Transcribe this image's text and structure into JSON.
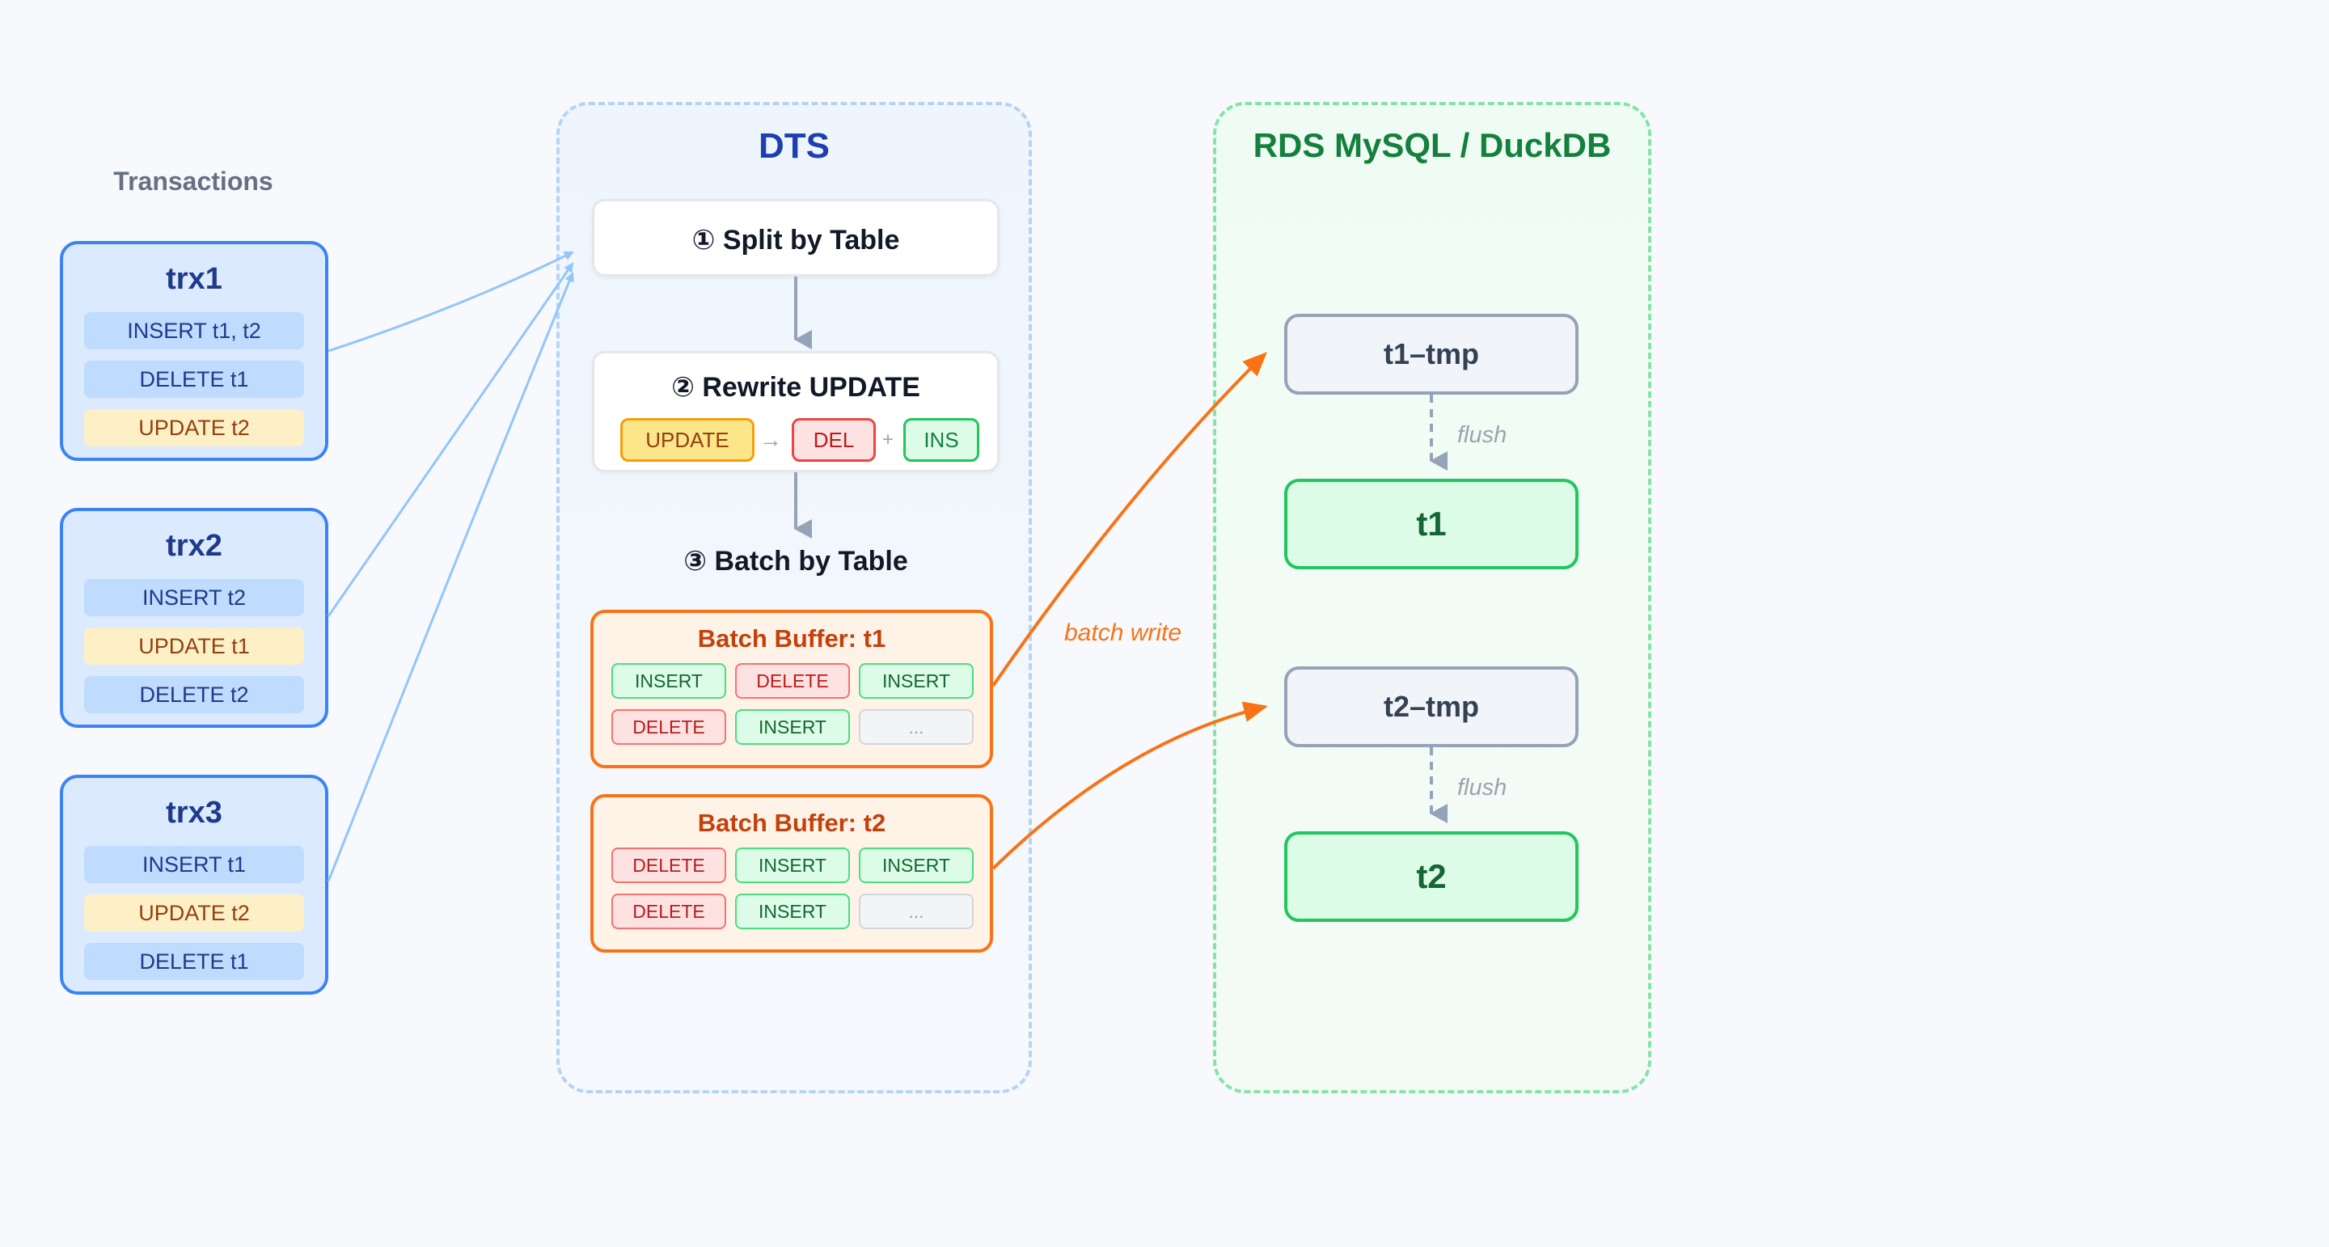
{
  "transactions": {
    "title": "Transactions",
    "items": [
      {
        "name": "trx1",
        "ops": [
          {
            "label": "INSERT t1, t2",
            "kind": "blue"
          },
          {
            "label": "DELETE t1",
            "kind": "blue"
          },
          {
            "label": "UPDATE t2",
            "kind": "yellow"
          }
        ]
      },
      {
        "name": "trx2",
        "ops": [
          {
            "label": "INSERT t2",
            "kind": "blue"
          },
          {
            "label": "UPDATE t1",
            "kind": "yellow"
          },
          {
            "label": "DELETE t2",
            "kind": "blue"
          }
        ]
      },
      {
        "name": "trx3",
        "ops": [
          {
            "label": "INSERT t1",
            "kind": "blue"
          },
          {
            "label": "UPDATE t2",
            "kind": "yellow"
          },
          {
            "label": "DELETE t1",
            "kind": "blue"
          }
        ]
      }
    ]
  },
  "dts": {
    "title": "DTS",
    "step1": "① Split by Table",
    "step2": {
      "title": "② Rewrite UPDATE",
      "update": "UPDATE",
      "arrow": "→",
      "del": "DEL",
      "plus": "+",
      "ins": "INS"
    },
    "step3": "③ Batch by Table",
    "buffers": [
      {
        "title": "Batch Buffer: t1",
        "rows": [
          [
            {
              "label": "INSERT",
              "kind": "c-ins"
            },
            {
              "label": "DELETE",
              "kind": "c-del"
            },
            {
              "label": "INSERT",
              "kind": "c-ins"
            }
          ],
          [
            {
              "label": "DELETE",
              "kind": "c-del"
            },
            {
              "label": "INSERT",
              "kind": "c-ins"
            },
            {
              "label": "...",
              "kind": "c-more"
            }
          ]
        ]
      },
      {
        "title": "Batch Buffer: t2",
        "rows": [
          [
            {
              "label": "DELETE",
              "kind": "c-del"
            },
            {
              "label": "INSERT",
              "kind": "c-ins"
            },
            {
              "label": "INSERT",
              "kind": "c-ins"
            }
          ],
          [
            {
              "label": "DELETE",
              "kind": "c-del"
            },
            {
              "label": "INSERT",
              "kind": "c-ins"
            },
            {
              "label": "...",
              "kind": "c-more"
            }
          ]
        ]
      }
    ]
  },
  "batch_write_label": "batch write",
  "rds": {
    "title": "RDS MySQL / DuckDB",
    "t1_tmp": "t1–tmp",
    "t1": "t1",
    "t2_tmp": "t2–tmp",
    "t2": "t2",
    "flush_label": "flush"
  },
  "colors": {
    "transaction_border": "#3b82f6",
    "dts_title": "#1e40af",
    "rds_title": "#15803d",
    "batch_arrow": "#f97316",
    "input_arrow": "#93c5fd",
    "step_arrow": "#94a3b8"
  }
}
